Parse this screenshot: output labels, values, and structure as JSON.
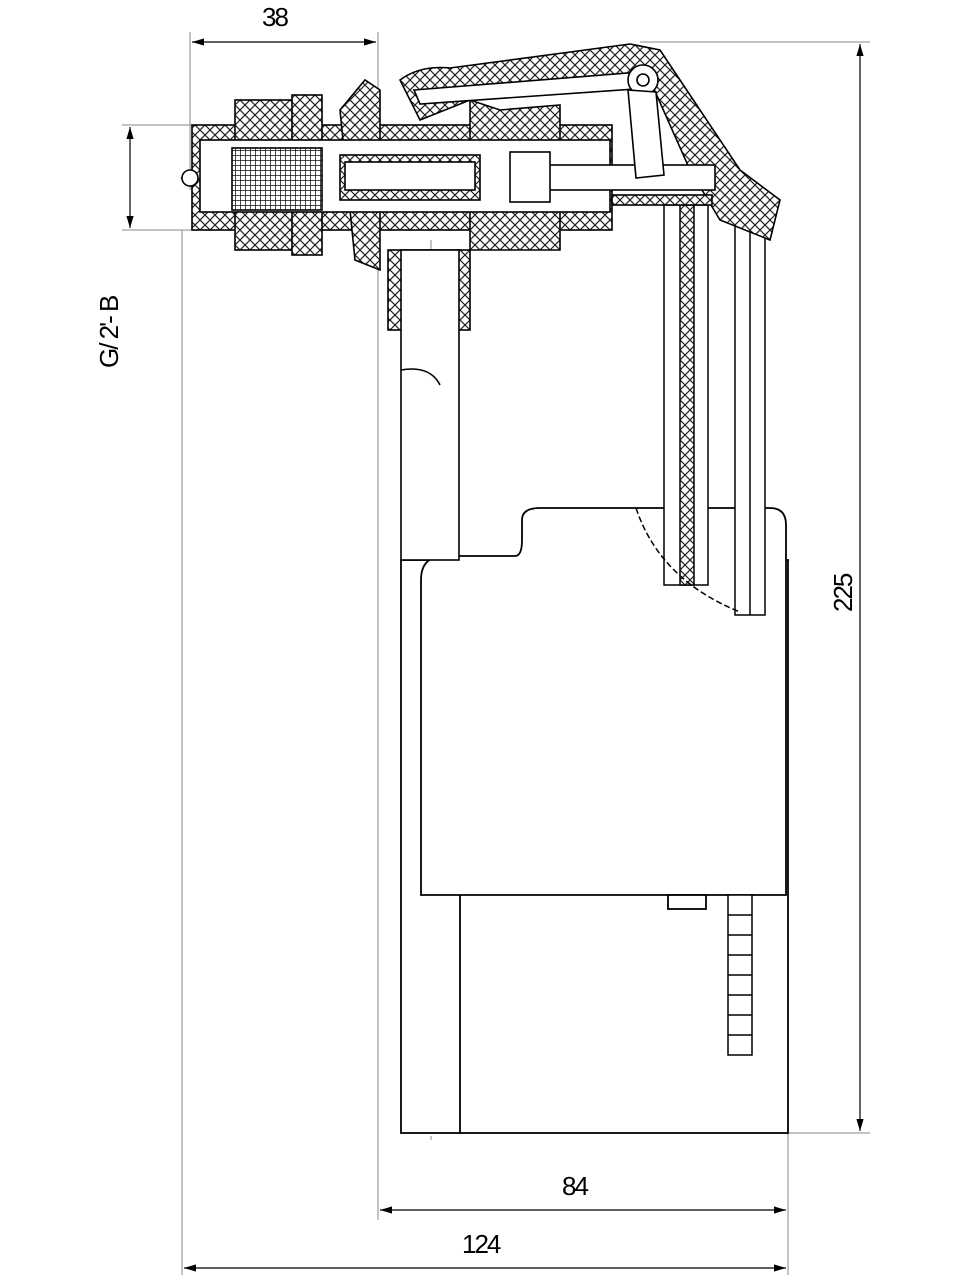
{
  "drawing": {
    "dimensions": {
      "top_width": "38",
      "thread": "G/ 2'- B",
      "height": "225",
      "body_width": "84",
      "overall_width": "124"
    },
    "colors": {
      "line": "#000000",
      "hatch": "#222222",
      "background": "#ffffff"
    }
  }
}
